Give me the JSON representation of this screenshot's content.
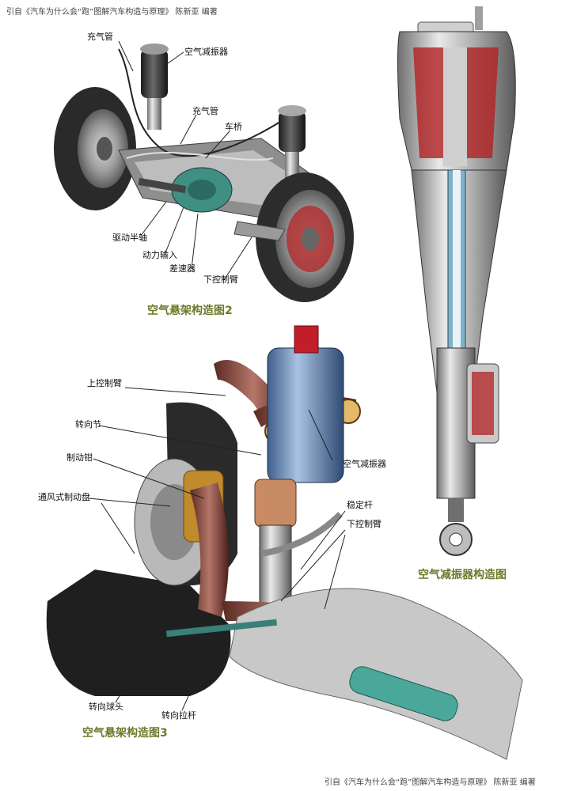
{
  "source_top": "引自《汽车为什么会“跑”图解汽车构造与原理》 陈新亚 编著",
  "source_bottom": "引自《汽车为什么会“跑”图解汽车构造与原理》 陈新亚 编著",
  "fig2": {
    "caption": "空气悬架构造图2",
    "labels": {
      "charge_pipe_1": "充气管",
      "air_shock": "空气减振器",
      "charge_pipe_2": "充气管",
      "axle": "车桥",
      "drive_shaft": "驱动半轴",
      "power_input": "动力输入",
      "differential": "差速器",
      "lower_arm": "下控制臂"
    }
  },
  "fig_shock": {
    "caption": "空气减振器构造图"
  },
  "fig3": {
    "caption": "空气悬架构造图3",
    "labels": {
      "upper_arm": "上控制臂",
      "knuckle": "转向节",
      "caliper": "制动钳",
      "vented_disc": "通风式制动盘",
      "air_shock": "空气减振器",
      "stabilizer": "稳定杆",
      "lower_arm": "下控制臂",
      "tie_rod_end": "转向球头",
      "tie_rod": "转向拉杆"
    }
  }
}
